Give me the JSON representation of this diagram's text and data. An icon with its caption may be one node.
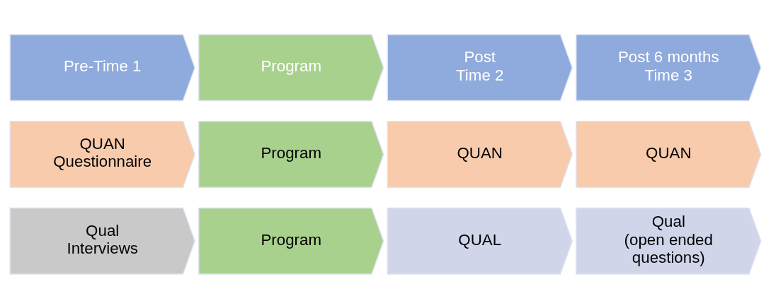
{
  "diagram": {
    "nodes": [
      {
        "text": [
          "Pre-Time 1"
        ]
      },
      {
        "text": [
          "Program"
        ]
      },
      {
        "text": [
          "Post",
          "Time 2"
        ]
      },
      {
        "text": [
          "Post 6 months",
          "Time 3"
        ]
      },
      {
        "text": [
          "QUAN Questionnaire"
        ]
      },
      {
        "text": [
          "Program"
        ]
      },
      {
        "text": [
          "QUAN"
        ]
      },
      {
        "text": [
          "QUAN"
        ]
      },
      {
        "text": [
          "Qual Interviews"
        ]
      },
      {
        "text": [
          "Program"
        ]
      },
      {
        "text": [
          "QUAL"
        ]
      },
      {
        "text": [
          "Qual",
          "(open ended questions)"
        ]
      }
    ]
  }
}
